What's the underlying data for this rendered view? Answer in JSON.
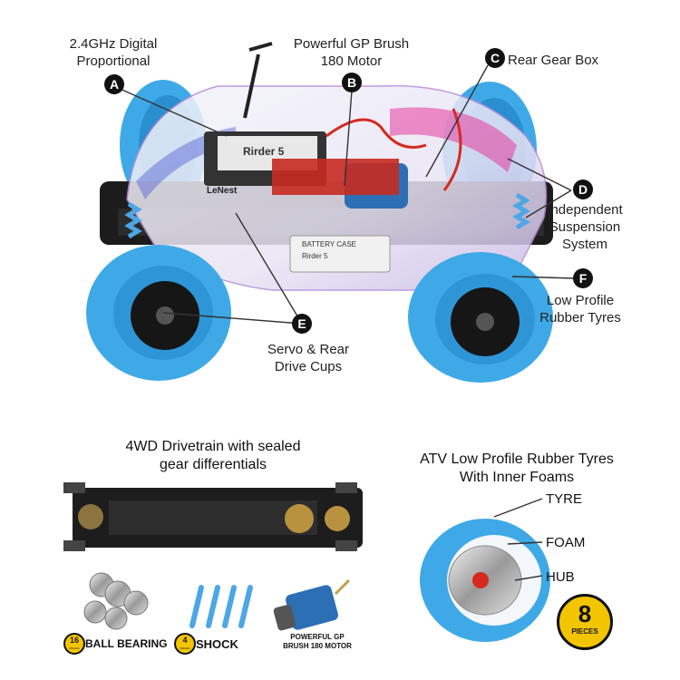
{
  "callouts": {
    "a": {
      "letter": "A",
      "text_line1": "2.4GHz Digital",
      "text_line2": "Proportional"
    },
    "b": {
      "letter": "B",
      "text_line1": "Powerful GP Brush",
      "text_line2": "180 Motor"
    },
    "c": {
      "letter": "C",
      "text_line1": "Rear Gear Box"
    },
    "d": {
      "letter": "D",
      "text_line1": "Independent",
      "text_line2": "Suspension",
      "text_line3": "System"
    },
    "e": {
      "letter": "E",
      "text_line1": "Servo & Rear",
      "text_line2": "Drive Cups"
    },
    "f": {
      "letter": "F",
      "text_line1": "Low Profile",
      "text_line2": "Rubber Tyres"
    }
  },
  "car_decals": {
    "brand": "LeNest",
    "receiver_label": "Rirder 5",
    "battery_case": "BATTERY CASE",
    "battery_model": "Rirder 5"
  },
  "drivetrain": {
    "title_line1": "4WD Drivetrain  with sealed",
    "title_line2": "gear differentials"
  },
  "tyre_section": {
    "title_line1": "ATV Low Profile Rubber Tyres",
    "title_line2": "With Inner Foams",
    "labels": [
      "TYRE",
      "FOAM",
      "HUB"
    ]
  },
  "parts": {
    "bearing": {
      "count": "16",
      "count_unit": "PIECES",
      "label": "BALL BEARING"
    },
    "shock": {
      "count": "4",
      "count_unit": "PIECES",
      "label": "SHOCK"
    },
    "motor": {
      "label_line1": "POWERFUL GP",
      "label_line2": "BRUSH 180 MOTOR"
    }
  },
  "pieces_badge": {
    "number": "8",
    "text": "PIECES"
  },
  "colors": {
    "tyre_blue": "#3ea9e6",
    "tyre_dark": "#1e7fbf",
    "chassis": "#1c1c1c",
    "accent_red": "#d42a1f",
    "badge_yellow": "#f2c500"
  }
}
